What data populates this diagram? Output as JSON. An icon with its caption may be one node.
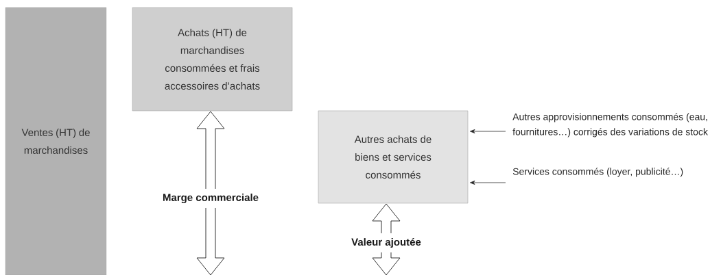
{
  "diagram": {
    "nodes": [
      {
        "text": [
          "Ventes (HT) de marchandises"
        ]
      },
      {
        "text": [
          "Achats (HT) de marchandises consommées et frais accessoires d’achats"
        ]
      },
      {
        "text": [
          "Autres achats de biens et services consommés"
        ]
      },
      {
        "text": [
          "Autres approvisionnements consommés (eau, fournitures…) corrigés des variations de stock"
        ]
      },
      {
        "text": [
          "Services consommés (loyer, publicité…)"
        ]
      }
    ],
    "edges": [
      {
        "from": 3,
        "to": 2,
        "arrow": "to"
      },
      {
        "from": 4,
        "to": 2,
        "arrow": "to"
      }
    ],
    "labels": [
      "Marge commerciale",
      "Valeur ajoutée"
    ]
  }
}
